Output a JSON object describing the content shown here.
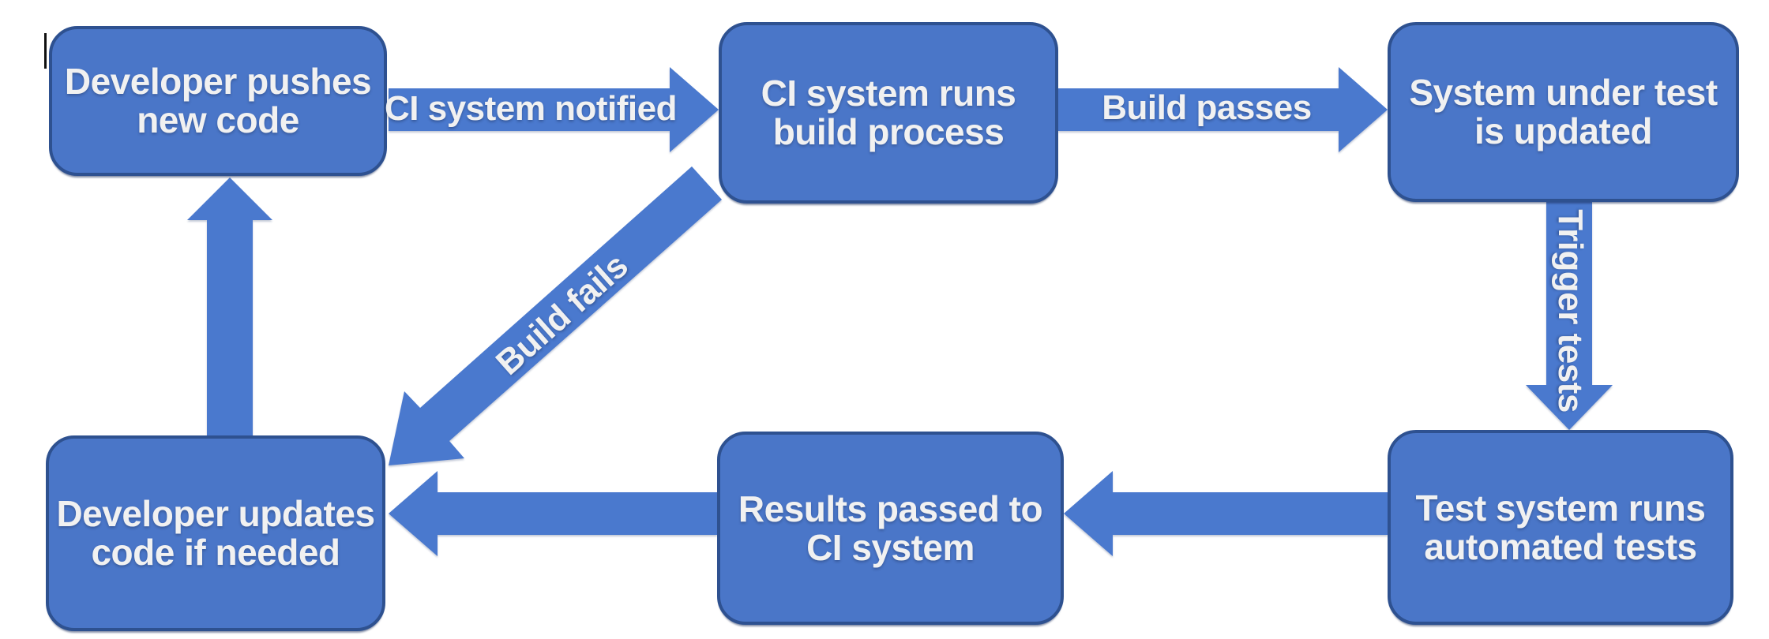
{
  "diagram": {
    "type": "flowchart",
    "background": "#ffffff",
    "colors": {
      "node_fill": "#4a76c8",
      "node_border": "#2e5190",
      "arrow_fill": "#4a79ce",
      "label_text": "#f1f1f1"
    },
    "nodes": [
      {
        "id": "developer-pushes-new-code",
        "lines": [
          "Developer pushes",
          "new code"
        ]
      },
      {
        "id": "ci-system-runs-build-process",
        "lines": [
          "CI system runs",
          "build process"
        ]
      },
      {
        "id": "system-under-test-is-updated",
        "lines": [
          "System under test",
          "is updated"
        ]
      },
      {
        "id": "developer-updates-code-if-needed",
        "lines": [
          "Developer updates",
          "code if needed"
        ]
      },
      {
        "id": "results-passed-to-ci-system",
        "lines": [
          "Results passed to",
          "CI system"
        ]
      },
      {
        "id": "test-system-runs-automated-tests",
        "lines": [
          "Test system runs",
          "automated tests"
        ]
      }
    ],
    "edges": [
      {
        "from": "developer-pushes-new-code",
        "to": "ci-system-runs-build-process",
        "label": "CI system notified"
      },
      {
        "from": "ci-system-runs-build-process",
        "to": "system-under-test-is-updated",
        "label": "Build passes"
      },
      {
        "from": "system-under-test-is-updated",
        "to": "test-system-runs-automated-tests",
        "label": "Trigger tests"
      },
      {
        "from": "test-system-runs-automated-tests",
        "to": "results-passed-to-ci-system",
        "label": ""
      },
      {
        "from": "results-passed-to-ci-system",
        "to": "developer-updates-code-if-needed",
        "label": ""
      },
      {
        "from": "developer-updates-code-if-needed",
        "to": "developer-pushes-new-code",
        "label": ""
      },
      {
        "from": "ci-system-runs-build-process",
        "to": "developer-updates-code-if-needed",
        "label": "Build fails"
      }
    ]
  }
}
